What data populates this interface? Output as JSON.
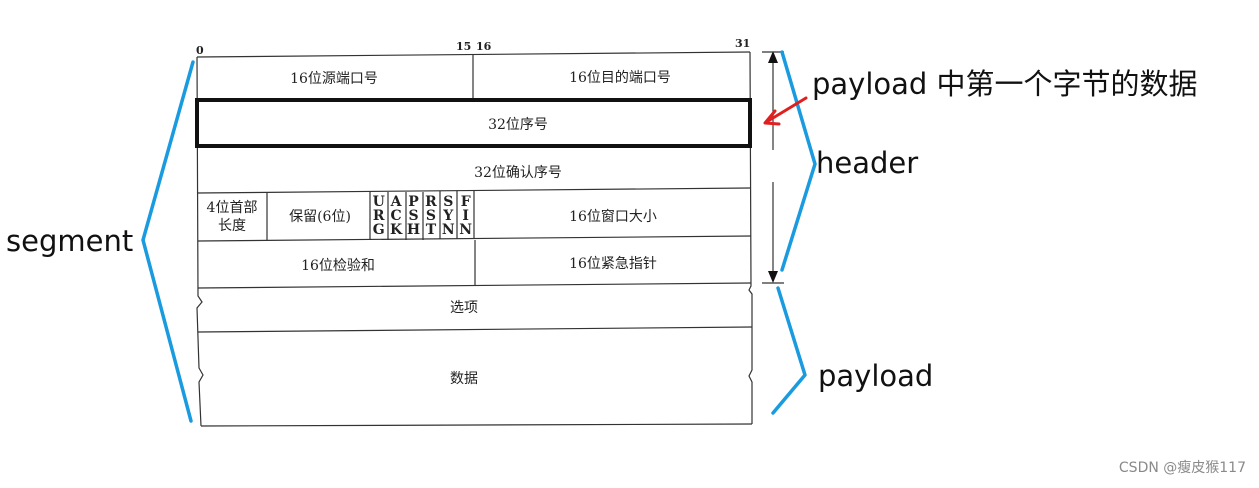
{
  "diagram": {
    "bit_labels": {
      "start": "0",
      "b15": "15",
      "b16": "16",
      "end": "31"
    },
    "rows": {
      "src_port": "16位源端口号",
      "dst_port": "16位目的端口号",
      "seq": "32位序号",
      "ack": "32位确认序号",
      "hdr_len_line1": "4位首部",
      "hdr_len_line2": "长度",
      "reserved": "保留(6位)",
      "flags": [
        "URG",
        "ACK",
        "PSH",
        "RST",
        "SYN",
        "FIN"
      ],
      "window": "16位窗口大小",
      "checksum": "16位检验和",
      "urgent": "16位紧急指针",
      "options": "选项",
      "data": "数据"
    }
  },
  "annotations": {
    "segment": "segment",
    "header": "header",
    "payload_first_byte": "payload 中第一个字节的数据",
    "payload": "payload"
  },
  "watermark": "CSDN @瘦皮猴117",
  "colors": {
    "brace": "#1a9be0",
    "arrow": "#e02020",
    "highlight": "#111111"
  }
}
